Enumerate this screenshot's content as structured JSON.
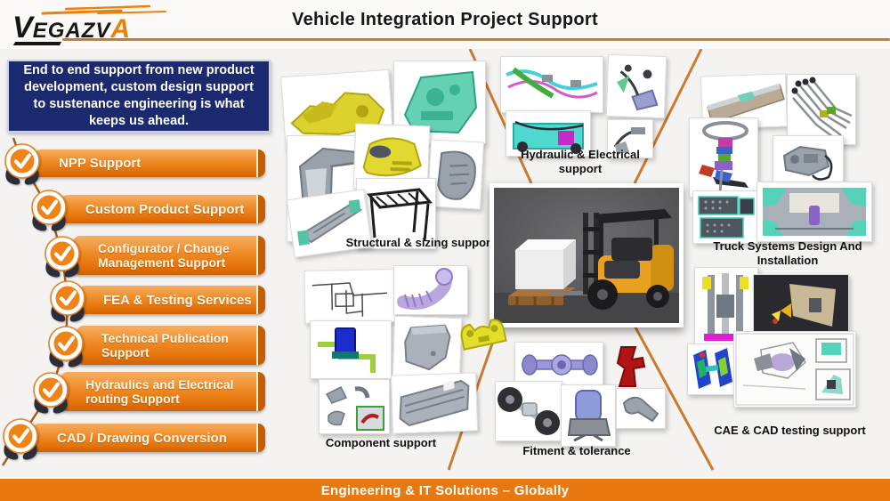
{
  "header": {
    "logo": {
      "part1": "V",
      "part2": "EGAZV",
      "part3": "A"
    },
    "title": "Vehicle Integration Project Support"
  },
  "intro": {
    "text": "End to end support from new product development, custom design support to sustenance engineering is what keeps us ahead."
  },
  "sidebar": {
    "items": [
      {
        "label": "NPP Support"
      },
      {
        "label": "Custom Product Support"
      },
      {
        "label": "Configurator / Change Management Support"
      },
      {
        "label": "FEA & Testing Services"
      },
      {
        "label": "Technical Publication Support"
      },
      {
        "label": "Hydraulics and Electrical routing Support"
      },
      {
        "label": "CAD / Drawing Conversion"
      }
    ]
  },
  "sections": {
    "structural": {
      "label": "Structural & sizing support"
    },
    "hydraulic": {
      "label": "Hydraulic & Electrical support"
    },
    "truck_systems": {
      "label": "Truck Systems Design And Installation"
    },
    "component": {
      "label": "Component support"
    },
    "fitment": {
      "label": "Fitment & tolerance"
    },
    "cae": {
      "label": "CAE & CAD testing support"
    }
  },
  "footer": {
    "text": "Engineering & IT Solutions – Globally"
  },
  "icons": {
    "check_badge": {
      "name": "check-badge-icon",
      "glyph": "✓"
    }
  },
  "colors": {
    "accent_orange": "#E8790E",
    "ribbon_orange": "#EF8A24",
    "navy_box": "#1B2A6E",
    "line_orange": "#CC7A2E",
    "logo_black": "#161616",
    "logo_accent": "#E8820C",
    "background": "#F4F3F1"
  }
}
